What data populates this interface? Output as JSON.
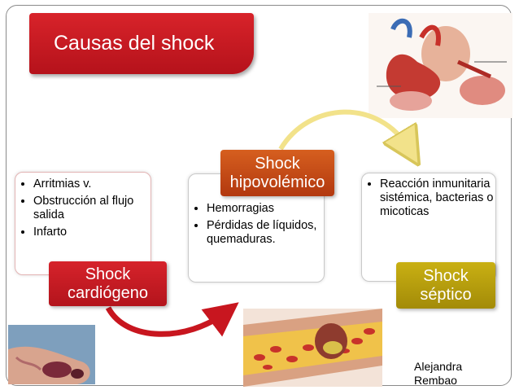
{
  "title": "Causas del shock",
  "cards": {
    "left": [
      "Arritmias v.",
      "Obstrucción al flujo salida",
      "Infarto"
    ],
    "middle": [
      "Hemorragias",
      "Pérdidas de líquidos, quemaduras."
    ],
    "right": [
      "Reacción inmunitaria sistémica, bacterias o micoticas"
    ]
  },
  "labels": {
    "cardio_1": "Shock",
    "cardio_2": "cardiógeno",
    "hipo_1": "Shock",
    "hipo_2": "hipovolémico",
    "septic_1": "Shock",
    "septic_2": "séptico"
  },
  "author": {
    "line1": "Alejandra",
    "line2": "Rembao"
  },
  "colors": {
    "title_bg": "#c8161f",
    "cardio": "#c51b23",
    "hipo": "#c24a17",
    "septic": "#b89d0e",
    "arrow_red": "#c8161f",
    "arrow_yellow": "#f2e28a"
  }
}
